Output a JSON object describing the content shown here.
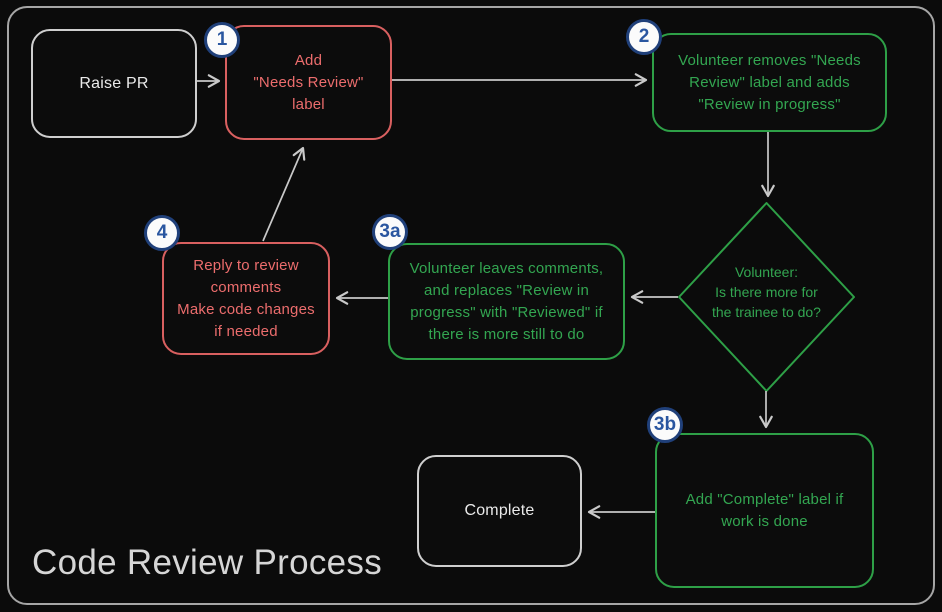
{
  "title": "Code Review Process",
  "nodes": {
    "raise_pr": {
      "lines": [
        "Raise PR"
      ]
    },
    "add_needs_review": {
      "badge": "1",
      "lines": [
        "Add",
        "\"Needs Review\"",
        "label"
      ]
    },
    "volunteer_removes": {
      "badge": "2",
      "lines": [
        "Volunteer removes \"Needs",
        "Review\" label and adds",
        "\"Review in progress\""
      ]
    },
    "decision": {
      "lines": [
        "Volunteer:",
        "Is there more for",
        "the trainee to do?"
      ]
    },
    "volunteer_leaves": {
      "badge": "3a",
      "lines": [
        "Volunteer leaves comments,",
        "and replaces \"Review in",
        "progress\" with \"Reviewed\" if",
        "there is more still to do"
      ]
    },
    "reply_comments": {
      "badge": "4",
      "lines": [
        "Reply to review",
        "comments",
        "Make code changes",
        "if needed"
      ]
    },
    "add_complete": {
      "badge": "3b",
      "lines": [
        "Add \"Complete\" label if",
        "work is done"
      ]
    },
    "complete": {
      "lines": [
        "Complete"
      ]
    }
  },
  "colors": {
    "background": "#0b0b0b",
    "frame_border": "#a6a6a6",
    "neutral_border": "#cfcfcf",
    "neutral_text": "#eaeaea",
    "red_border": "#d96060",
    "red_text": "#ec6d6d",
    "green_border": "#2ea047",
    "green_text": "#33a651",
    "badge_fill": "#fbfbfb",
    "badge_border": "#20407a",
    "badge_text": "#2a56a0",
    "arrow": "#c9c9c9",
    "title_text": "#d6d6d6"
  }
}
